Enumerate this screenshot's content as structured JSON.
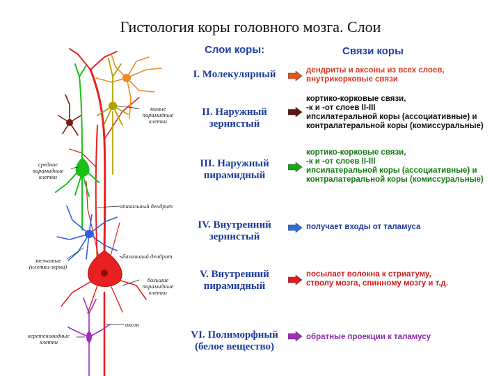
{
  "title": "Гистология коры головного мозга. Слои",
  "headers": {
    "layers": "Слои коры:",
    "connections": "Связи коры"
  },
  "layers": [
    {
      "name_line1": "I. Молекулярный",
      "name_line2": "",
      "arrow_color": "#e8521f",
      "conn": [
        "дендриты и аксоны из всех слоев,",
        "внутрикорковые связи"
      ],
      "conn_color": "#d9381e"
    },
    {
      "name_line1": "II. Наружный",
      "name_line2": "зернистый",
      "arrow_color": "#5a1a10",
      "conn": [
        "кортико-корковые связи,",
        "-к и -от слоев II-III",
        "ипсилатеральной коры (ассоциативные) и",
        "контралатеральной коры (комиссуральные)"
      ],
      "conn_color": "#111111"
    },
    {
      "name_line1": "III. Наружный",
      "name_line2": "пирамидный",
      "arrow_color": "#1aa51a",
      "conn": [
        "кортико-корковые связи,",
        "-к и -от слоев II-III",
        "ипсилатеральной коры (ассоциативные) и",
        "контралатеральной коры (комиссуральные)"
      ],
      "conn_color": "#147a14"
    },
    {
      "name_line1": "IV. Внутренний",
      "name_line2": "зернистый",
      "arrow_color": "#2a6fe0",
      "conn": [
        "получает входы от таламуса"
      ],
      "conn_color": "#1c3a9a"
    },
    {
      "name_line1": "V. Внутренний",
      "name_line2": "пирамидный",
      "arrow_color": "#e01c1c",
      "conn": [
        "посылает волокна к стриатуму,",
        "стволу мозга, спинному мозгу и т.д."
      ],
      "conn_color": "#d01c1c"
    },
    {
      "name_line1": "VI. Полиморфный",
      "name_line2": "(белое вещество)",
      "arrow_color": "#9a2fc0",
      "conn": [
        "обратные проекции к таламусу"
      ],
      "conn_color": "#8a2aa8"
    }
  ],
  "cell_labels": {
    "small_pyramidal": [
      "малые",
      "пирамидные",
      "клетки"
    ],
    "medium_pyramidal": [
      "средние",
      "пирамидные",
      "клетки"
    ],
    "apical_dendrite": "апикальный дендрит",
    "stellate": [
      "звезчатые",
      "(клетки-зерна)"
    ],
    "basal_dendrite": "базальный дендрит",
    "large_pyramidal": [
      "большие",
      "пирамидные",
      "клетки"
    ],
    "axon": "аксон",
    "fusiform": [
      "веретеновидные",
      "клетки"
    ]
  },
  "colors": {
    "title": "#111111",
    "header": "#1f3fa8",
    "layer_name": "#1c3a9a",
    "neuron_orange": "#f08a24",
    "neuron_olive": "#b5a000",
    "neuron_darkred": "#7a1c14",
    "neuron_green": "#18c018",
    "neuron_blue": "#2a5fe0",
    "neuron_red": "#e82020",
    "neuron_purple": "#9a2fc0"
  }
}
